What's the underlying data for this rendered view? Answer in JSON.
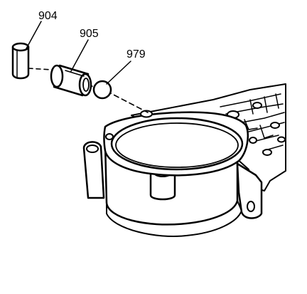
{
  "callouts": [
    {
      "id": "pin",
      "label": "904"
    },
    {
      "id": "sleeve",
      "label": "905"
    },
    {
      "id": "ball",
      "label": "979"
    }
  ]
}
